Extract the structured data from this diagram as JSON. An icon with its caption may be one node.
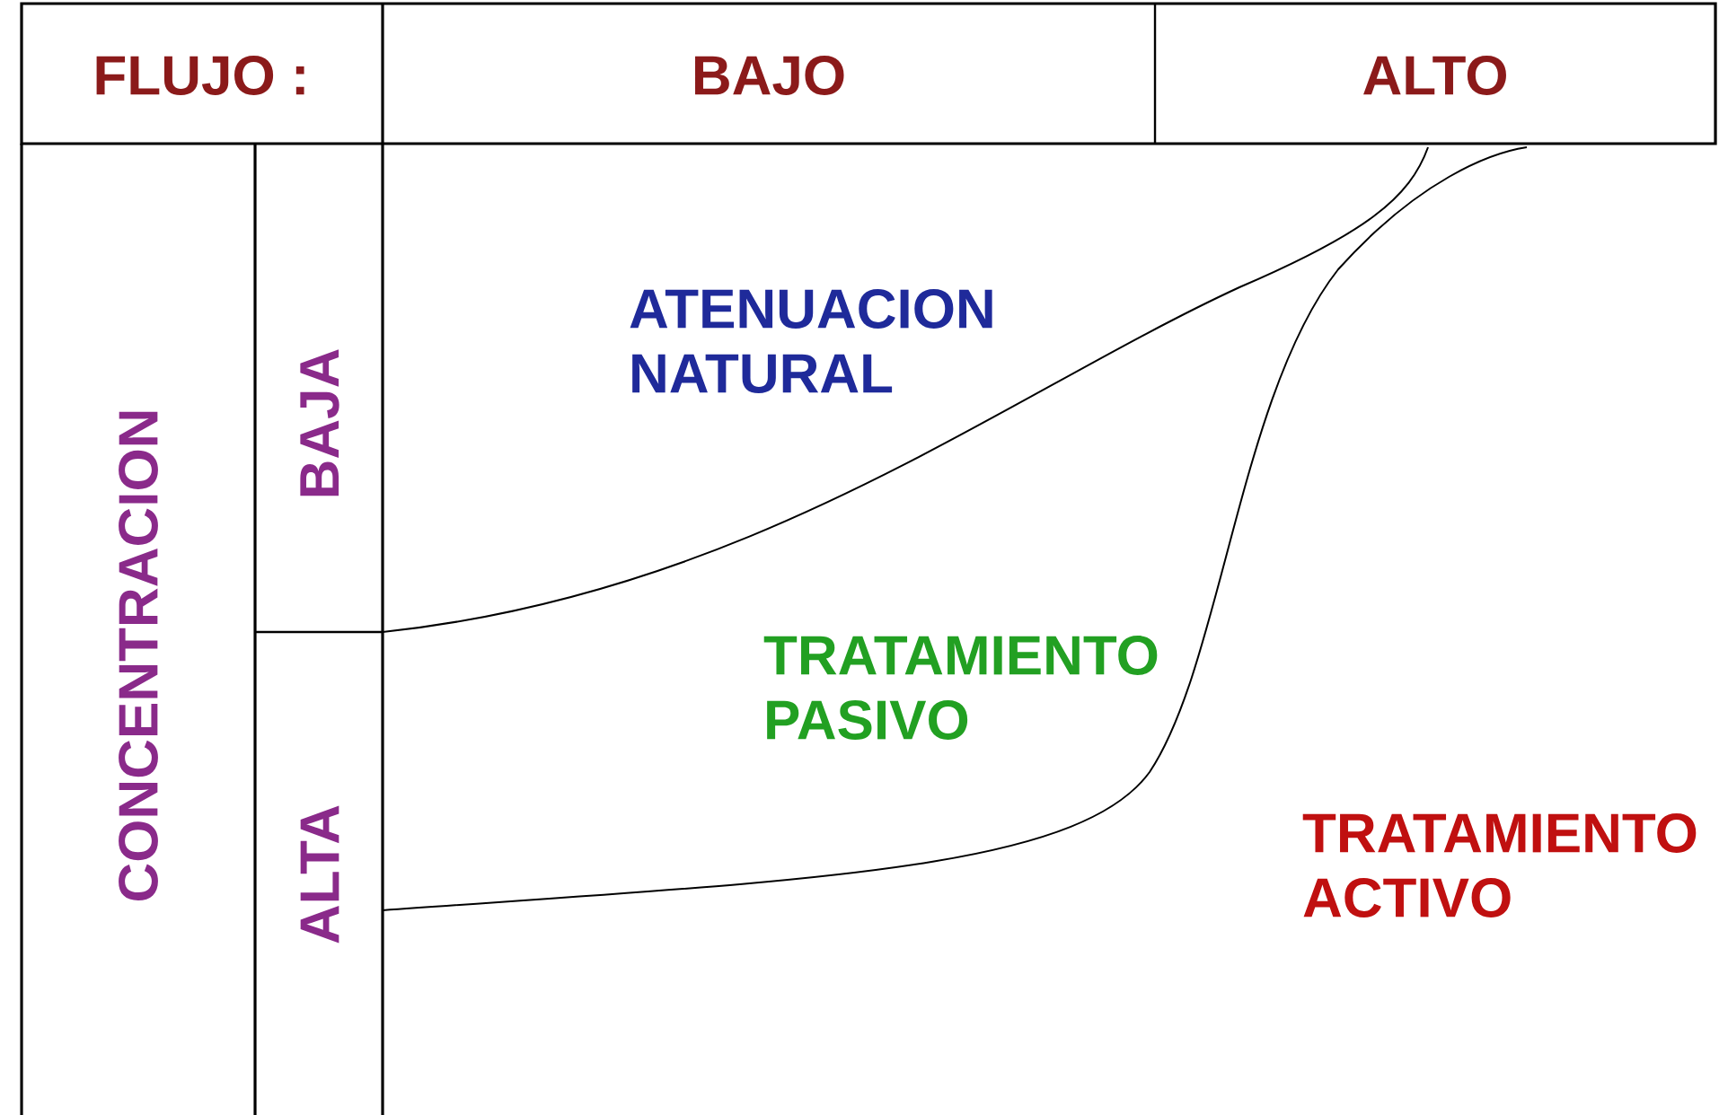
{
  "diagram": {
    "labels": [
      "FLUJO :",
      "BAJO",
      "ALTO",
      "CONCENTRACION",
      "BAJA",
      "ALTA",
      "ATENUACION NATURAL",
      "TRATAMIENTO PASIVO",
      "TRATAMIENTO ACTIVO"
    ]
  }
}
